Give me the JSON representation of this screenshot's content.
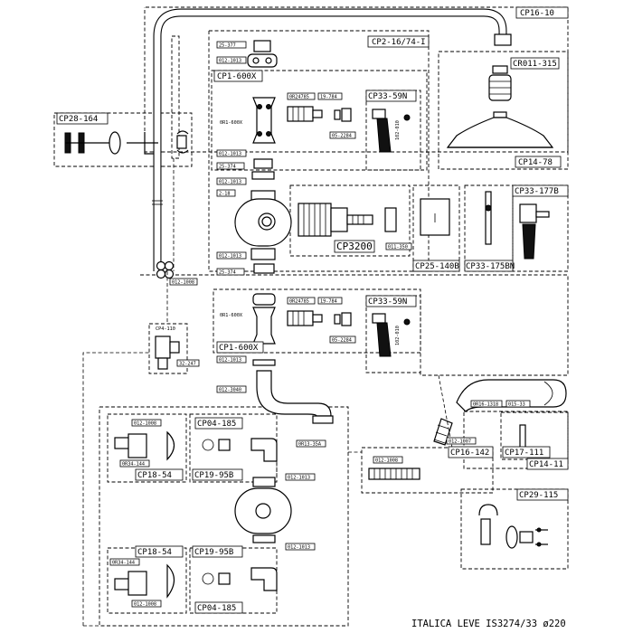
{
  "title": "ITALICA LEVE IS3274/33 ø220",
  "groups": {
    "cp16_10": "CP16-10",
    "cp2_16_74": "CP2-16/74-I",
    "cr011_315": "CR011-315",
    "cp14_78": "CP14-78",
    "cp28_164": "CP28-164",
    "cp1_600x_top": "CP1-600X",
    "cp33_59n_top": "CP33-59N",
    "cp3200": "CP3200",
    "cp25_140b": "CP25-140B",
    "cp33_175bn": "CP33-175BN",
    "cp33_177b": "CP33-177B",
    "cp1_600x_bot": "CP1-600X",
    "cp33_59n_bot": "CP33-59N",
    "cp4_110": "CP4-110",
    "cp16_142": "CP16-142",
    "cp17_111": "CP17-111",
    "cp14_11": "CP14-11",
    "cp18_54_top": "CP18-54",
    "cp19_95b_top": "CP19-95B",
    "cp04_185_top": "CP04-185",
    "cp29_115": "CP29-115",
    "cp18_54_bot": "CP18-54",
    "cp19_95b_bot": "CP19-95B",
    "cp04_185_bot": "CP04-185"
  },
  "parts": {
    "p25_377": "25-377",
    "p012_1013_a": "012-1013",
    "p25_374_a": "25-374",
    "p012_1013_b": "012-1013",
    "p012_1013_c": "012-1013",
    "p2_18": "2-18",
    "p012_1013_d": "012-1013",
    "p25_374_b": "25-374",
    "p011_350": "011-350",
    "p012_1008_a": "012-1008",
    "p32_247": "32-247",
    "p012_1013_e": "012-1013",
    "p012_3040": "012-3040",
    "p0r13_35a": "0R13-35A",
    "p0r16_1318": "0R16-1318",
    "p015_33": "015-33",
    "p012_1007": "012-1007",
    "p012_1008_b": "012-1008",
    "p012_1008_c": "012-1008",
    "p0r34_144_a": "0R34-144",
    "p012_1013_f": "012-1013",
    "p012_1013_g": "012-1013",
    "p0r34_144_b": "0R34-144",
    "p012_1008_d": "012-1008",
    "p0r24785_a": "0R24785",
    "p19_784_a": "19-784",
    "p05_2284_a": "05-2284",
    "p0r1_600x_a": "0R1-600X",
    "p102_010_a": "102-010",
    "p0r24785_b": "0R24785",
    "p19_784_b": "19-784",
    "p05_2284_b": "05-2284",
    "p0r1_600x_b": "0R1-600X",
    "p102_010_b": "102-010"
  }
}
